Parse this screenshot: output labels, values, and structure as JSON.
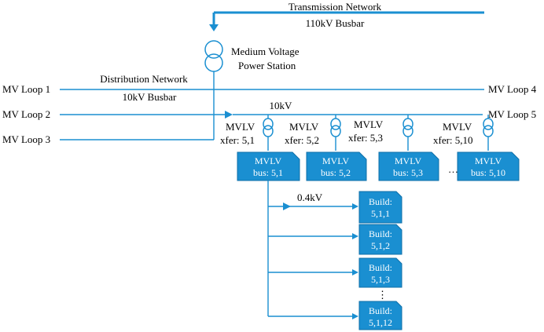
{
  "transmission": {
    "title": "Transmission Network",
    "busbar": "110kV Busbar"
  },
  "station": {
    "line1": "Medium Voltage",
    "line2": "Power Station"
  },
  "distribution": {
    "title": "Distribution Network",
    "busbar": "10kV Busbar",
    "voltage": "10kV"
  },
  "loops": {
    "loop1": "MV Loop 1",
    "loop2": "MV Loop 2",
    "loop3": "MV Loop 3",
    "loop4": "MV Loop 4",
    "loop5": "MV Loop 5"
  },
  "transformers": [
    {
      "line1": "MVLV",
      "line2": "xfer: 5,1"
    },
    {
      "line1": "MVLV",
      "line2": "xfer: 5,2"
    },
    {
      "line1": "MVLV",
      "line2": "xfer: 5,3"
    },
    {
      "line1": "MVLV",
      "line2": "xfer: 5,10"
    }
  ],
  "buses": [
    {
      "line1": "MVLV",
      "line2": "bus: 5,1"
    },
    {
      "line1": "MVLV",
      "line2": "bus: 5,2"
    },
    {
      "line1": "MVLV",
      "line2": "bus: 5,3"
    },
    {
      "line1": "MVLV",
      "line2": "bus: 5,10"
    }
  ],
  "bus_ellipsis": "…",
  "lv": {
    "voltage": "0.4kV"
  },
  "buildings": [
    {
      "line1": "Build:",
      "line2": "5,1,1"
    },
    {
      "line1": "Build:",
      "line2": "5,1,2"
    },
    {
      "line1": "Build:",
      "line2": "5,1,3"
    },
    {
      "line1": "Build:",
      "line2": "5,1,12"
    }
  ],
  "building_ellipsis": "⋮",
  "colors": {
    "wire": "#1a8fd1",
    "box": "#1a8fd1",
    "box_text": "#ffffff"
  }
}
